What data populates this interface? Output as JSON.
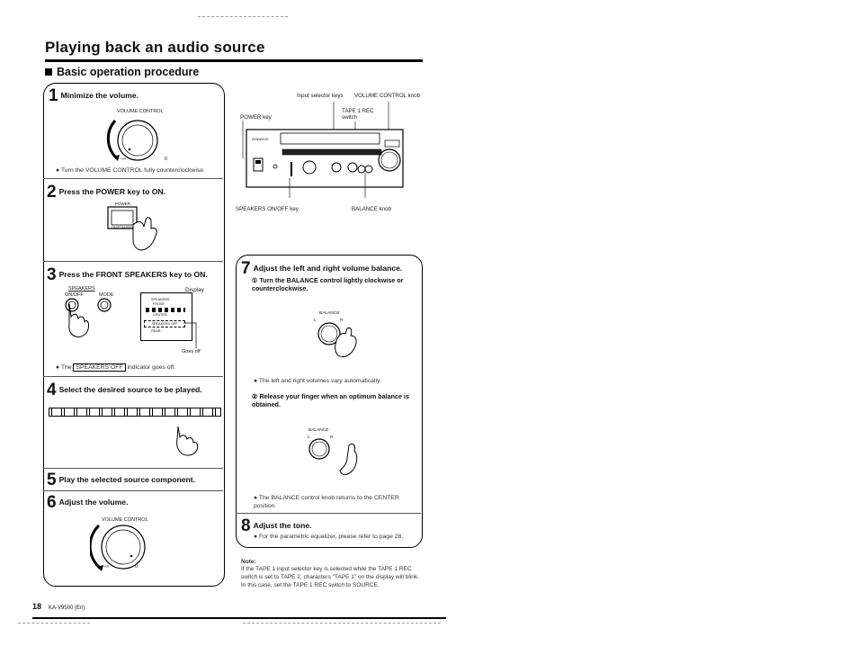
{
  "page_title": "Playing back an audio source",
  "section_title": "Basic operation procedure",
  "steps": {
    "s1": {
      "num": "1",
      "text": "Minimize the volume.",
      "control_label": "VOLUME  CONTROL",
      "min": "−∞",
      "max": "0",
      "bullet": "Turn the VOLUME CONTROL fully counterclockwise."
    },
    "s2": {
      "num": "2",
      "text": "Press the POWER key to ON.",
      "power_label": "POWER",
      "onstandby": "ON/STANDBY"
    },
    "s3": {
      "num": "3",
      "text": "Press the FRONT SPEAKERS key to ON.",
      "speakers_label": "SPEAKERS",
      "onoff": "ON/OFF",
      "mode": "MODE",
      "display": "Display",
      "disp_speakers": "SPEAKERS",
      "disp_front": "FRONT",
      "disp_center": "CENTER",
      "disp_off": "SPEAKERS OFF",
      "disp_rear": "REAR",
      "goes_off": "Goes off",
      "bullet_pre": "The",
      "bullet_box": "SPEAKERS OFF",
      "bullet_post": "indicator goes off."
    },
    "s4": {
      "num": "4",
      "text": "Select the desired source to be played."
    },
    "s5": {
      "num": "5",
      "text": "Play the selected source component."
    },
    "s6": {
      "num": "6",
      "text": "Adjust the volume.",
      "control_label": "VOLUME  CONTROL",
      "min": "−∞",
      "max": "0"
    },
    "s7": {
      "num": "7",
      "text": "Adjust the left and right volume balance.",
      "sub1_mark": "①",
      "sub1": "Turn the BALANCE control lightly clockwise or counterclockwise.",
      "balance": "BALANCE",
      "l": "L",
      "r": "R",
      "bullet1": "The left and right volumes vary automatically.",
      "sub2_mark": "②",
      "sub2": "Release your finger when an optimum balance is obtained.",
      "bullet2": "The BALANCE control knob returns to the CENTER position."
    },
    "s8": {
      "num": "8",
      "text": "Adjust the tone.",
      "bullet": "For the parametric equalizer, please refer to page 28."
    }
  },
  "diagram": {
    "input_selector": "Input selector keys",
    "volume_knob": "VOLUME CONTROL knob",
    "tape_rec": "TAPE 1 REC",
    "switch": "switch",
    "power_key": "POWER key",
    "speakers_key": "SPEAKERS ON/OFF key",
    "balance_knob": "BALANCE knob",
    "brand": "KENWOOD"
  },
  "note": {
    "heading": "Note:",
    "text": "If the TAPE 1 input selector key is selected while the TAPE 1 REC switch is set to TAPE 2, characters \"TAPE 1\" on the display will blink. In this case, set the TAPE 1 REC switch to SOURCE."
  },
  "footer": {
    "page": "18",
    "model": "KA-V9500 (En)"
  }
}
